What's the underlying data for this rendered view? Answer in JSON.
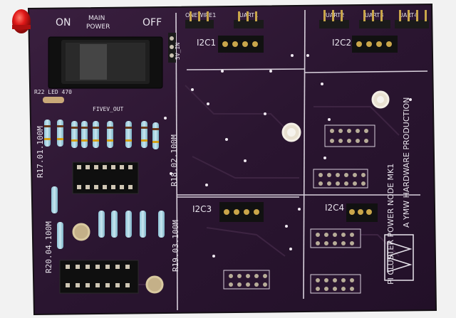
{
  "switch": {
    "on": "ON",
    "main_power_line1": "MAIN",
    "main_power_line2": "POWER",
    "off": "OFF"
  },
  "connectors": {
    "onewire1": "ONEWIRE1",
    "uart1": "UART1",
    "uart2": "UART2",
    "uart3": "UART3",
    "uart4": "UART4",
    "i2c1": "I2C1",
    "i2c2": "I2C2",
    "i2c3": "I2C3",
    "i2c4": "I2C4",
    "fivev_out": "FIVEV_OUT",
    "fivev_in": "5V_IN"
  },
  "components": {
    "r22": "R22 LED 470",
    "r17": "R17.01.100M",
    "r18": "R18.02.100M",
    "r19": "R19.03.100M",
    "r20": "R20.04.100M"
  },
  "board_text": {
    "title": "PI CLUSTER POWER NODE MK1",
    "subtitle": "A YMW HARDWARE PRODUCTION"
  },
  "colors": {
    "pcb": "#2a1530",
    "pcb_dark": "#1c0d22",
    "silk": "#e8e4ec",
    "pad": "#c9c0b0",
    "led": "#e01818",
    "switch": "#1a1a1a",
    "background": "#f2f2f2"
  }
}
